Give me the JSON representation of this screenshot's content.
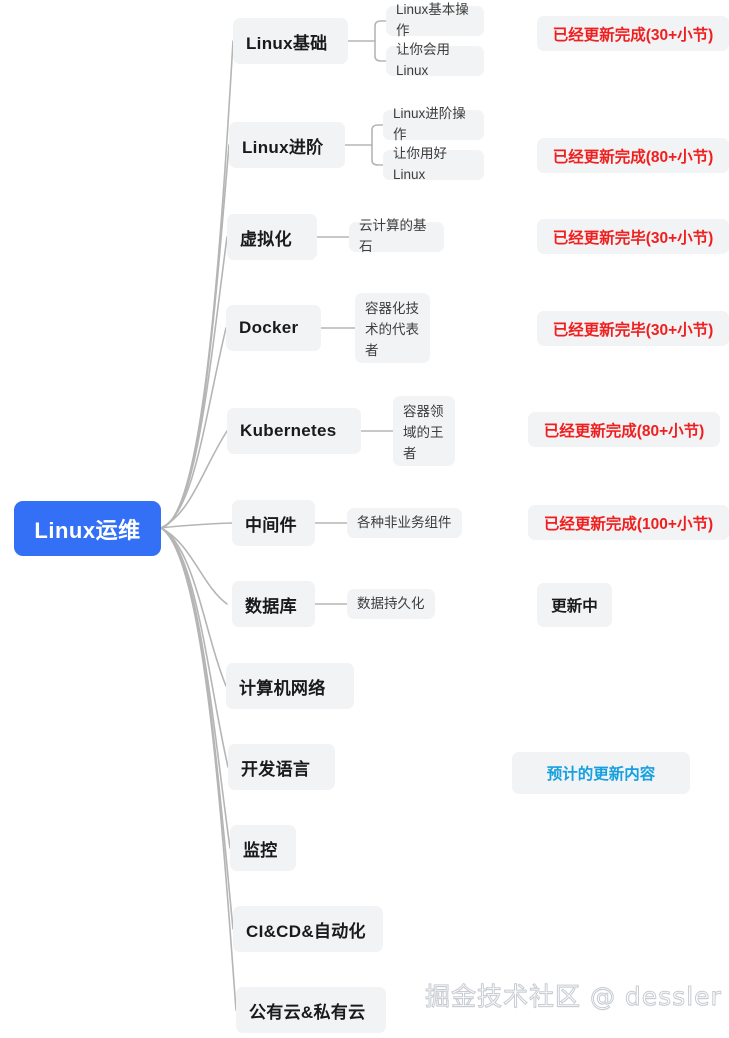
{
  "diagram": {
    "type": "mind-map",
    "title": "Linux运维",
    "root": {
      "label": "Linux运维",
      "color": "#3370f5",
      "text_color": "#ffffff"
    },
    "node_fill": "#f2f3f5",
    "link_color": "#b5b5b5",
    "branches": [
      {
        "label": "Linux基础",
        "children": [
          "Linux基本操作",
          "让你会用Linux"
        ],
        "status": "已经更新完成(30+小节)",
        "status_kind": "done"
      },
      {
        "label": "Linux进阶",
        "children": [
          "Linux进阶操作",
          "让你用好Linux"
        ],
        "status": "已经更新完成(80+小节)",
        "status_kind": "done"
      },
      {
        "label": "虚拟化",
        "children": [
          "云计算的基石"
        ],
        "status": "已经更新完毕(30+小节)",
        "status_kind": "done"
      },
      {
        "label": "Docker",
        "children": [
          "容器化技术的代表者"
        ],
        "status": "已经更新完毕(30+小节)",
        "status_kind": "done"
      },
      {
        "label": "Kubernetes",
        "children": [
          "容器领域的王者"
        ],
        "status": "已经更新完成(80+小节)",
        "status_kind": "done"
      },
      {
        "label": "中间件",
        "children": [
          "各种非业务组件"
        ],
        "status": "已经更新完成(100+小节)",
        "status_kind": "done"
      },
      {
        "label": "数据库",
        "children": [
          "数据持久化"
        ],
        "status": "更新中",
        "status_kind": "progress"
      },
      {
        "label": "计算机网络",
        "children": [],
        "status": "",
        "status_kind": "none"
      },
      {
        "label": "开发语言",
        "children": [],
        "status": "预计的更新内容",
        "status_kind": "planned"
      },
      {
        "label": "监控",
        "children": [],
        "status": "",
        "status_kind": "none"
      },
      {
        "label": "CI&CD&自动化",
        "children": [],
        "status": "",
        "status_kind": "none"
      },
      {
        "label": "公有云&私有云",
        "children": [],
        "status": "",
        "status_kind": "none"
      }
    ]
  },
  "watermark": {
    "text": "掘金技术社区 @ dessler"
  }
}
